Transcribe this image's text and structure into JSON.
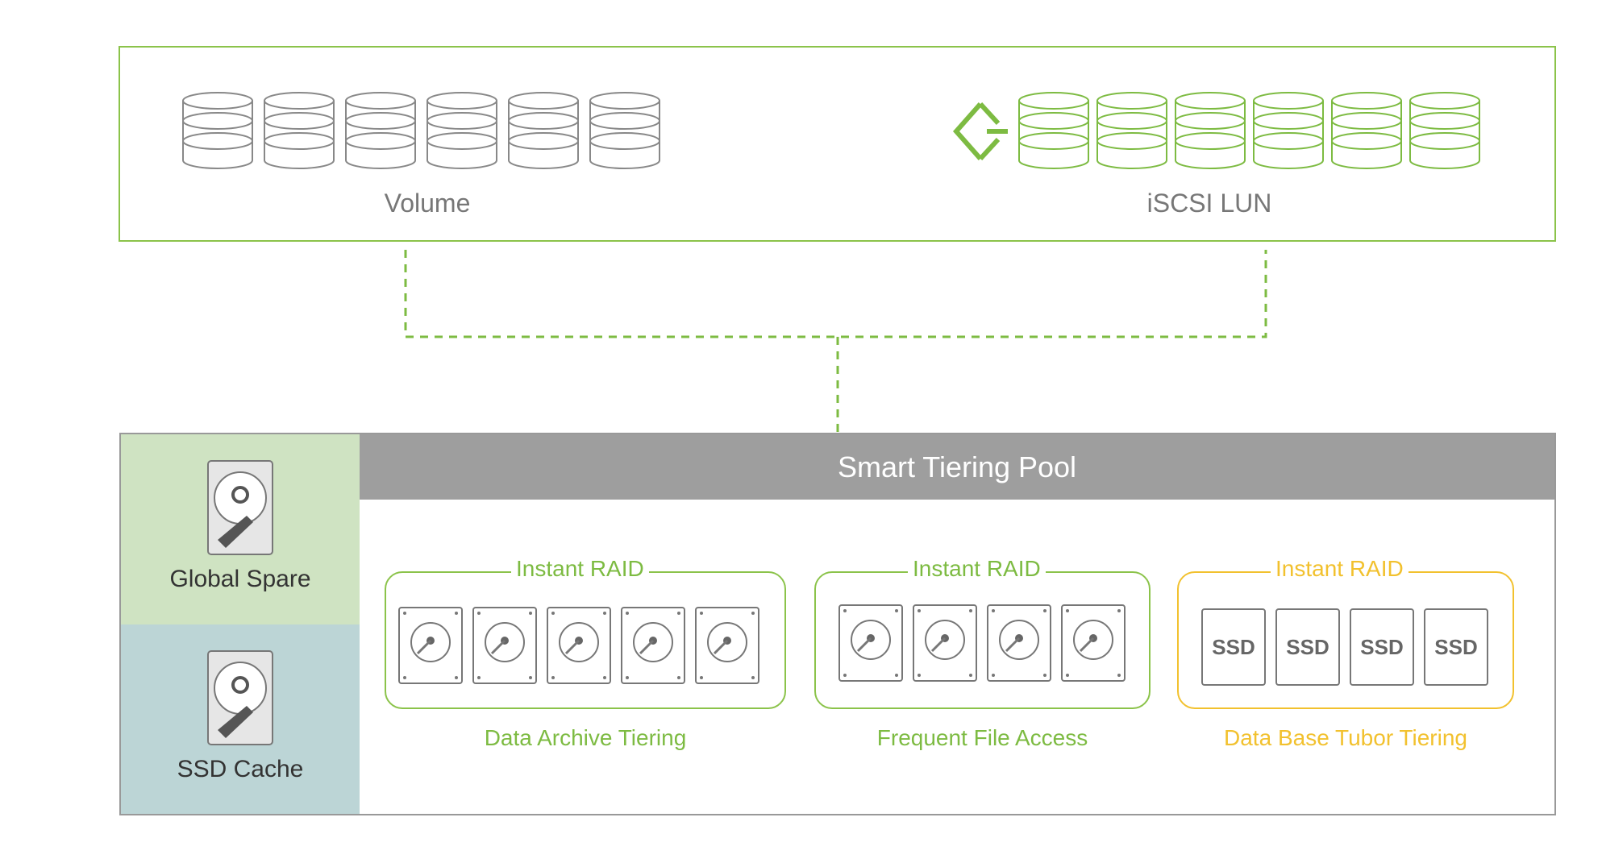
{
  "top": {
    "volume_label": "Volume",
    "iscsi_label": "iSCSI LUN"
  },
  "pool": {
    "title": "Smart Tiering Pool",
    "global_spare": "Global Spare",
    "ssd_cache": "SSD Cache"
  },
  "raid_groups": [
    {
      "title": "Instant RAID",
      "caption": "Data Archive Tiering",
      "disk_type": "hdd",
      "disk_count": 5
    },
    {
      "title": "Instant RAID",
      "caption": "Frequent File Access",
      "disk_type": "hdd",
      "disk_count": 4
    },
    {
      "title": "Instant RAID",
      "caption": "Data Base Tubor Tiering",
      "disk_type": "ssd",
      "disk_count": 4,
      "disk_label": "SSD"
    }
  ],
  "colors": {
    "green": "#7dbb42",
    "yellow": "#f2c12e",
    "gray": "#9e9e9e"
  },
  "icons": [
    "database-icon",
    "target-arrow-icon",
    "hard-drive-icon",
    "ssd-icon"
  ]
}
